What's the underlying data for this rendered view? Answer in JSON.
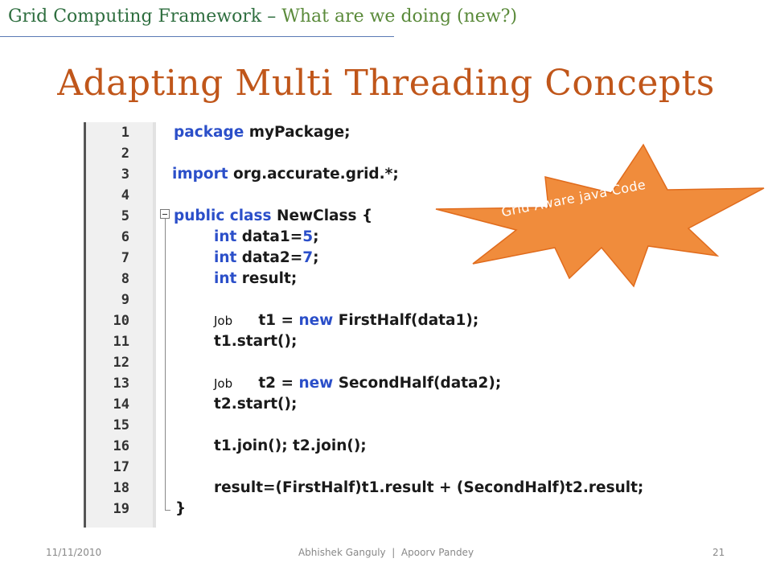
{
  "header": {
    "title_main": "Grid Computing Framework – ",
    "title_sub": "What are we doing (new?)"
  },
  "slide": {
    "title": "Adapting Multi Threading Concepts"
  },
  "code": {
    "line_numbers": [
      "1",
      "2",
      "3",
      "4",
      "5",
      "6",
      "7",
      "8",
      "9",
      "10",
      "11",
      "12",
      "13",
      "14",
      "15",
      "16",
      "17",
      "18",
      "19"
    ],
    "lines": {
      "l1_kw": "package",
      "l1_rest": " myPackage;",
      "l3_kw": "import",
      "l3_rest": " org.accurate.grid.*;",
      "l5_kw": "public class",
      "l5_rest": " NewClass {",
      "l6_kw": "int",
      "l6_rest": " data1=",
      "l6_num": "5",
      "l6_end": ";",
      "l7_kw": "int",
      "l7_rest": " data2=",
      "l7_num": "7",
      "l7_end": ";",
      "l8_kw": "int",
      "l8_rest": " result;",
      "l10_job": "Job",
      "l10_rest": "     t1 = ",
      "l10_kw": "new",
      "l10_end": " FirstHalf(data1);",
      "l11": "t1.start();",
      "l13_job": "Job",
      "l13_rest": "     t2 = ",
      "l13_kw": "new",
      "l13_end": " SecondHalf(data2);",
      "l14": "t2.start();",
      "l16": "t1.join(); t2.join();",
      "l18": "result=(FirstHalf)t1.result + (SecondHalf)t2.result;",
      "l19": "}"
    }
  },
  "callout": {
    "label": "Grid Aware java Code",
    "color": "#f08c3c"
  },
  "footer": {
    "date": "11/11/2010",
    "authors": "Abhishek Ganguly  |  Apoorv Pandey",
    "page": "21"
  }
}
